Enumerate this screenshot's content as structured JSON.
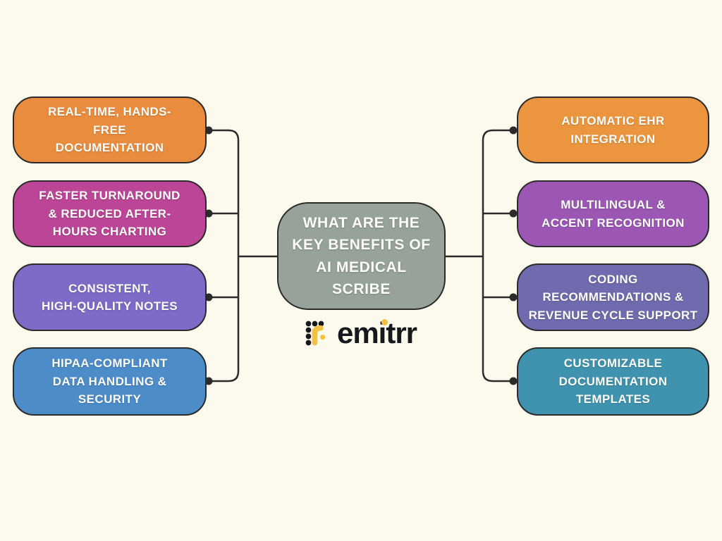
{
  "background_color": "#FCFAEC",
  "line_color": "#2B2B2B",
  "center": {
    "title": "WHAT ARE THE\nKEY BENEFITS OF\nAI MEDICAL\nSCRIBE",
    "color": "#97A29A"
  },
  "logo": {
    "text": "emitrr",
    "text_color": "#17171D",
    "accent_color": "#F4C243"
  },
  "left_branches": [
    {
      "label": "REAL-TIME, HANDS-\nFREE\nDOCUMENTATION",
      "color": "#EA8C3E"
    },
    {
      "label": "FASTER TURNAROUND\n& REDUCED AFTER-\nHOURS CHARTING",
      "color": "#BC4598"
    },
    {
      "label": "CONSISTENT,\nHIGH-QUALITY NOTES",
      "color": "#7D6BC7"
    },
    {
      "label": "HIPAA-COMPLIANT\nDATA HANDLING &\nSECURITY",
      "color": "#4C8CC9"
    }
  ],
  "right_branches": [
    {
      "label": "AUTOMATIC EHR\nINTEGRATION",
      "color": "#EC953F"
    },
    {
      "label": "MULTILINGUAL &\nACCENT RECOGNITION",
      "color": "#9C57B4"
    },
    {
      "label": "CODING\nRECOMMENDATIONS &\nREVENUE CYCLE SUPPORT",
      "color": "#6F6BAE"
    },
    {
      "label": "CUSTOMIZABLE\nDOCUMENTATION\nTEMPLATES",
      "color": "#3F93AF"
    }
  ]
}
